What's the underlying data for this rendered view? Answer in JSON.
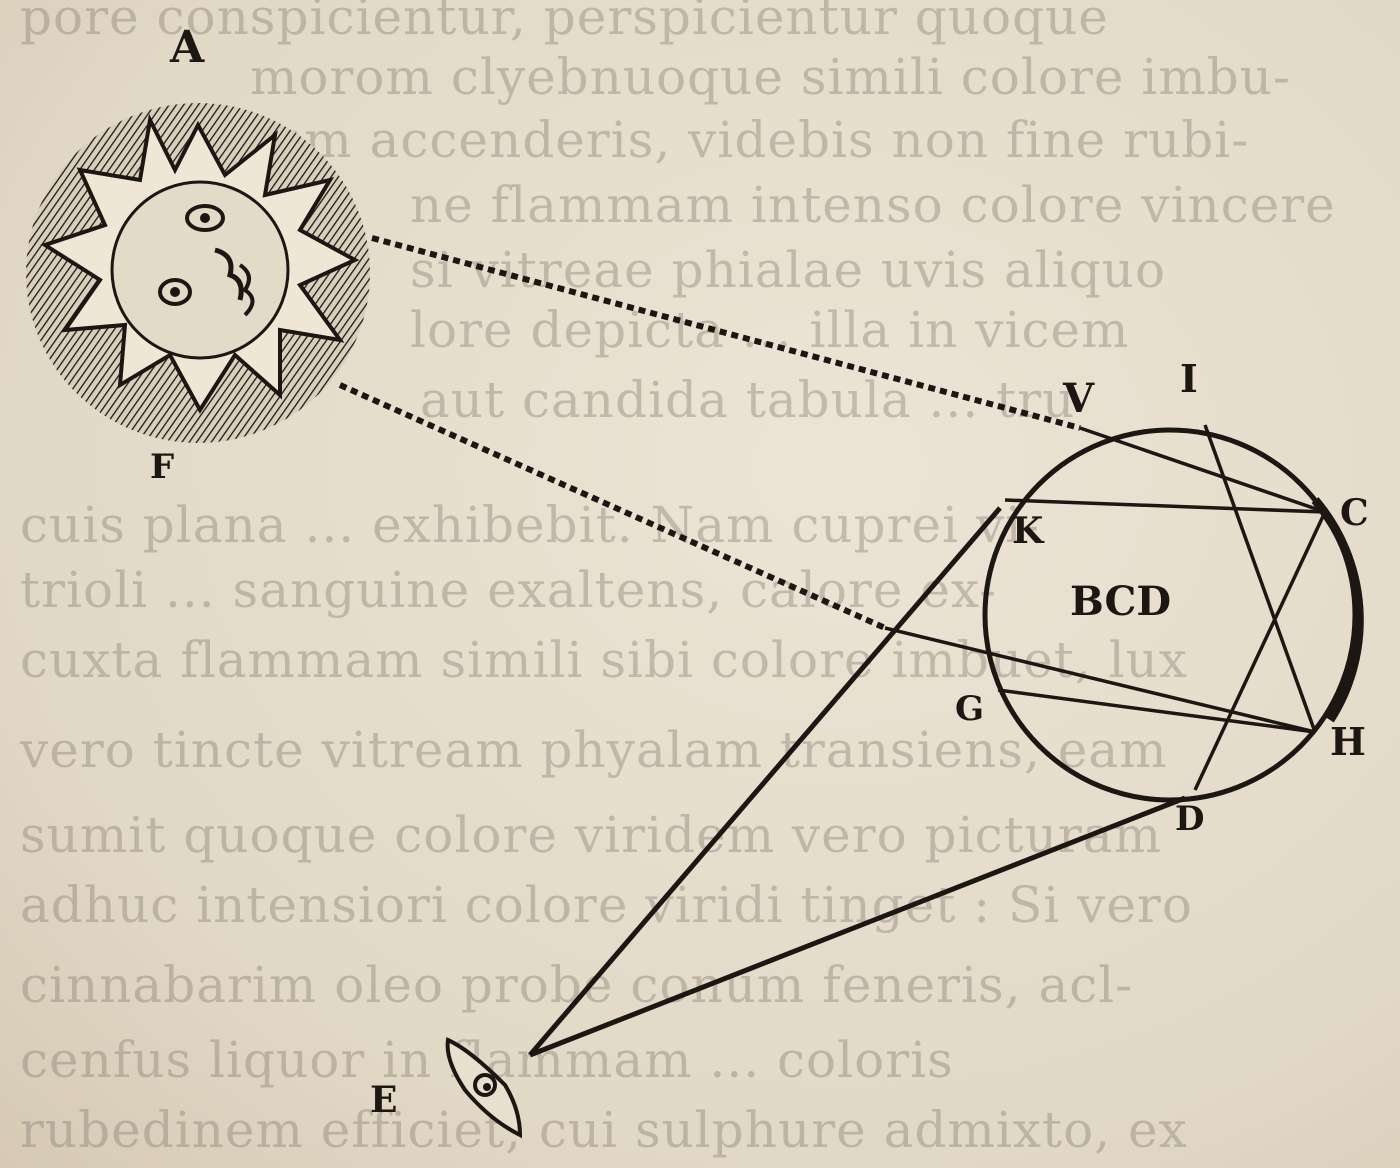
{
  "background_text": [
    "pore conspicientur, perspicientur quoque",
    "morom clyebnuoque simili colore imbu-",
    "tum accenderis, videbis non fine rubi-",
    "ne flammam intenso colore vincere",
    "si vitreae phialae uvis aliquo",
    "lore depicta ... illa in vicem",
    "aut candida tabula ... tru",
    "cuis plana ... exhibebit. Nam cuprei vi-",
    "trioli ... sanguine exaltens, calore ex-",
    "cuxta flammam simili sibi colore imbuet, lux",
    "vero tincte vitream phyalam transiens, eam",
    "sumit quoque colore viridem vero picturam",
    "adhuc intensiori colore viridi tinget : Si vero",
    "cinnabarim oleo probe conum feneris, acl-",
    "cenfus liquor in flammam ... coloris",
    "rubedinem efficiet, cui sulphure admixto, ex"
  ],
  "diagram": {
    "labels": {
      "sun": "A",
      "sun_bottom": "F",
      "v": "V",
      "i": "I",
      "c": "C",
      "k": "K",
      "center": "BCD",
      "g": "G",
      "h": "H",
      "d": "D",
      "eye": "E"
    },
    "ink_color": "#1c1712"
  }
}
